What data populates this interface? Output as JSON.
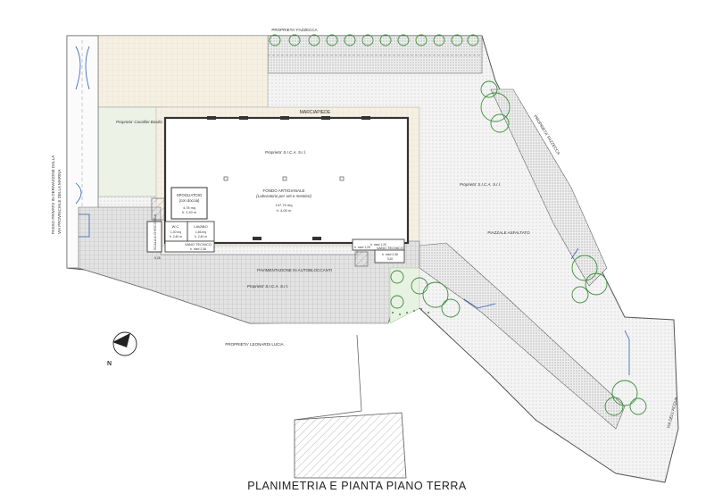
{
  "title": "PLANIMETRIA E PIANTA PIANO TERRA",
  "labels": {
    "top_owner": "PROPRIETA' FAZZECCA",
    "right_owner": "PROPRIETA' FAZZECCA",
    "left_road_line1": "PASSO PRIVATO IN DERIVAZIONE DALLA",
    "left_road_line2": "VIA PROVINCIALE DELLA MARINA",
    "owner_cavallini": "Proprieta' Cavallini Basilio",
    "marciapiede": "MARCIAPIEDE",
    "sica_building": "Proprieta' S.I.C.A. S.r.l.",
    "fondo_line1": "FONDO ARTIGIANALE",
    "fondo_line2": "(Laboratorio per arti e mestieri)",
    "fondo_area": "147,79 mq",
    "fondo_height": "h. 4,00 m",
    "spogliatoio_line1": "SPOGLIATOIO",
    "spogliatoio_line2": "(con doccia)",
    "spogliatoio_area": "4,78 mq",
    "spogliatoio_height": "h. 2,40 m",
    "scala": "SCALA A CHIOCCIOLA",
    "wc": "W.C.",
    "wc_area": "1,30 mq",
    "wc_height": "h. 2,40 m",
    "lavabo": "LAVABO",
    "lavabo_area": "1,86 mq",
    "lavabo_height": "h. 2,40 m",
    "vano_tecnico": "VANO TECNICO",
    "vano_tecnico_left_dim": "h. med 2,36",
    "vano_tecnico_left_area": "5,28",
    "vano_tecnico_right": "VANO TECNICO",
    "vano_tecnico_right_dim": "h. med 2,36",
    "vano_tecnico_right_area": "3,20",
    "vano_tecnico_small": "h. med 1,20",
    "vano_tecnico_small2": "h. med 1,20",
    "pavimentazione": "PAVIMENTAZIONE IN AUTOBLOCCANTI",
    "sica_lower": "Proprieta' S.I.C.A. S.r.l.",
    "sica_right": "Proprieta' S.I.C.A. S.r.l.",
    "piazzale": "PIAZZALE ASFALTATO",
    "leonardi": "PROPRIETA' LEONARDI LUCIA",
    "via_acqua": "VIA DELL'ACQUA",
    "north": "N"
  },
  "colors": {
    "line": "#555555",
    "hatch": "#cfcfcf",
    "yard": "#f3efe2",
    "tree": "#3d8f3d",
    "green_area": "#e8f2e2",
    "water_line": "#2f5fb3"
  }
}
